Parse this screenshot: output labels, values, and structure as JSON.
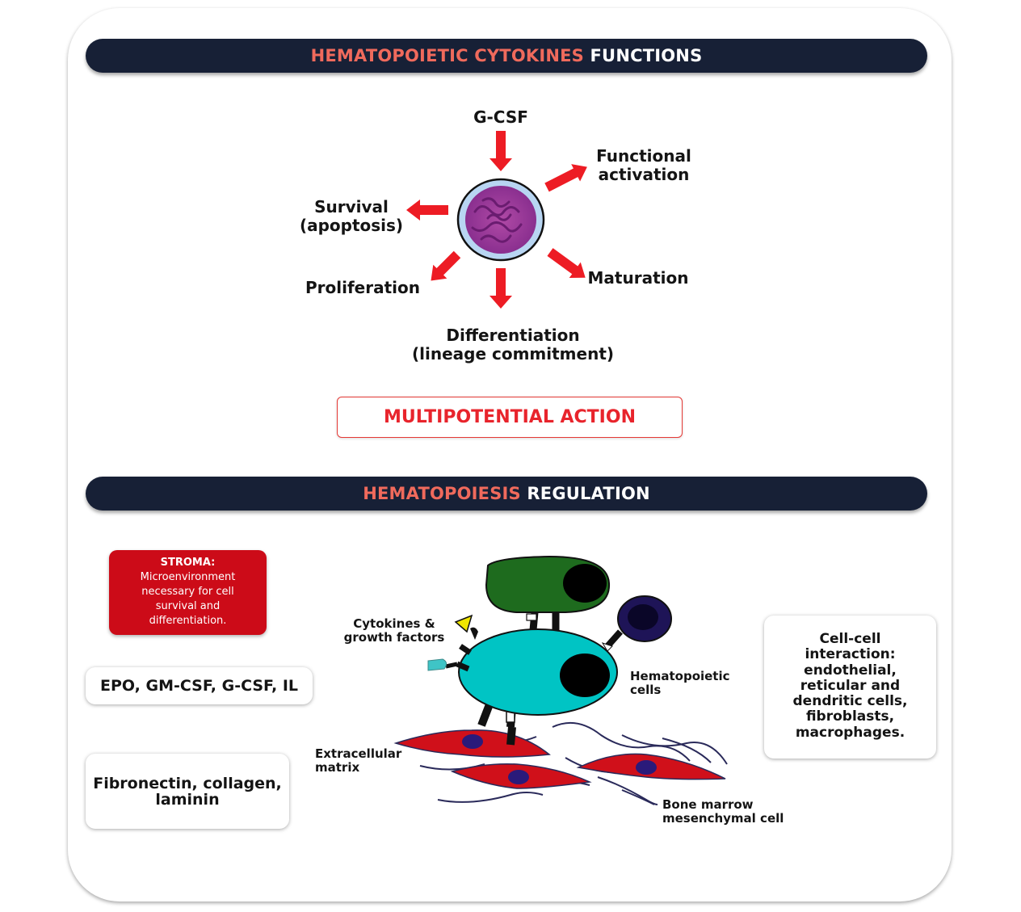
{
  "section1": {
    "title_highlight": "HEMATOPOIETIC CYTOKINES",
    "title_rest": "FUNCTIONS",
    "labels": {
      "gcsf": "G-CSF",
      "functional_1": "Functional",
      "functional_2": "activation",
      "survival_1": "Survival",
      "survival_2": "(apoptosis)",
      "proliferation": "Proliferation",
      "maturation": "Maturation",
      "differentiation_1": "Differentiation",
      "differentiation_2": "(lineage commitment)"
    },
    "multipotential": "MULTIPOTENTIAL ACTION"
  },
  "section2": {
    "title_highlight": "HEMATOPOIESIS",
    "title_rest": "REGULATION",
    "stroma_title": "STROMA:",
    "stroma_lines": [
      "Microenvironment",
      "necessary for cell",
      "survival and",
      "differentiation."
    ],
    "cytokines_box": "EPO, GM-CSF, G-CSF, IL",
    "matrix_box_1": "Fibronectin, collagen,",
    "matrix_box_2": "laminin",
    "interaction_lines": [
      "Cell-cell",
      "interaction:",
      "endothelial,",
      "reticular and",
      "dendritic cells,",
      "fibroblasts,",
      "macrophages."
    ],
    "diagram_labels": {
      "cytokines_1": "Cytokines &",
      "cytokines_2": "growth factors",
      "hematopoietic_1": "Hematopoietic",
      "hematopoietic_2": "cells",
      "ecm_1": "Extracellular",
      "ecm_2": "matrix",
      "bm_1": "Bone marrow",
      "bm_2": "mesenchymal cell"
    }
  },
  "colors": {
    "banner": "#172036",
    "highlight": "#f06a5c",
    "arrow": "#ed1c24",
    "stroma": "#cc0b18",
    "cyan_cell": "#00c4c4",
    "green_cell": "#1e6b1e",
    "navy_cell": "#1e1457",
    "fibroblast": "#d0101a"
  },
  "icons": [
    "cell-nucleus-icon",
    "arrow-icon"
  ]
}
